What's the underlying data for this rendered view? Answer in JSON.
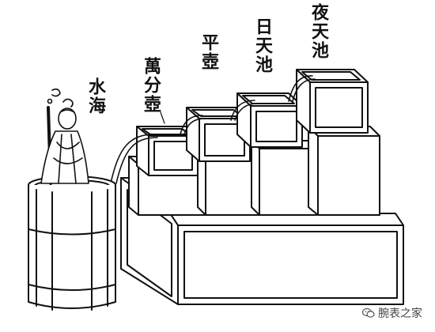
{
  "labels": {
    "shuihai": "水海",
    "wanfenhu": "萬分壺",
    "pinghu": "平壺",
    "ritianchi": "日天池",
    "yetianchi": "夜天池"
  },
  "watermark": {
    "text": "腕表之家",
    "icon": "wechat-icon"
  },
  "colors": {
    "ink": "#111111",
    "paper": "#ffffff"
  }
}
